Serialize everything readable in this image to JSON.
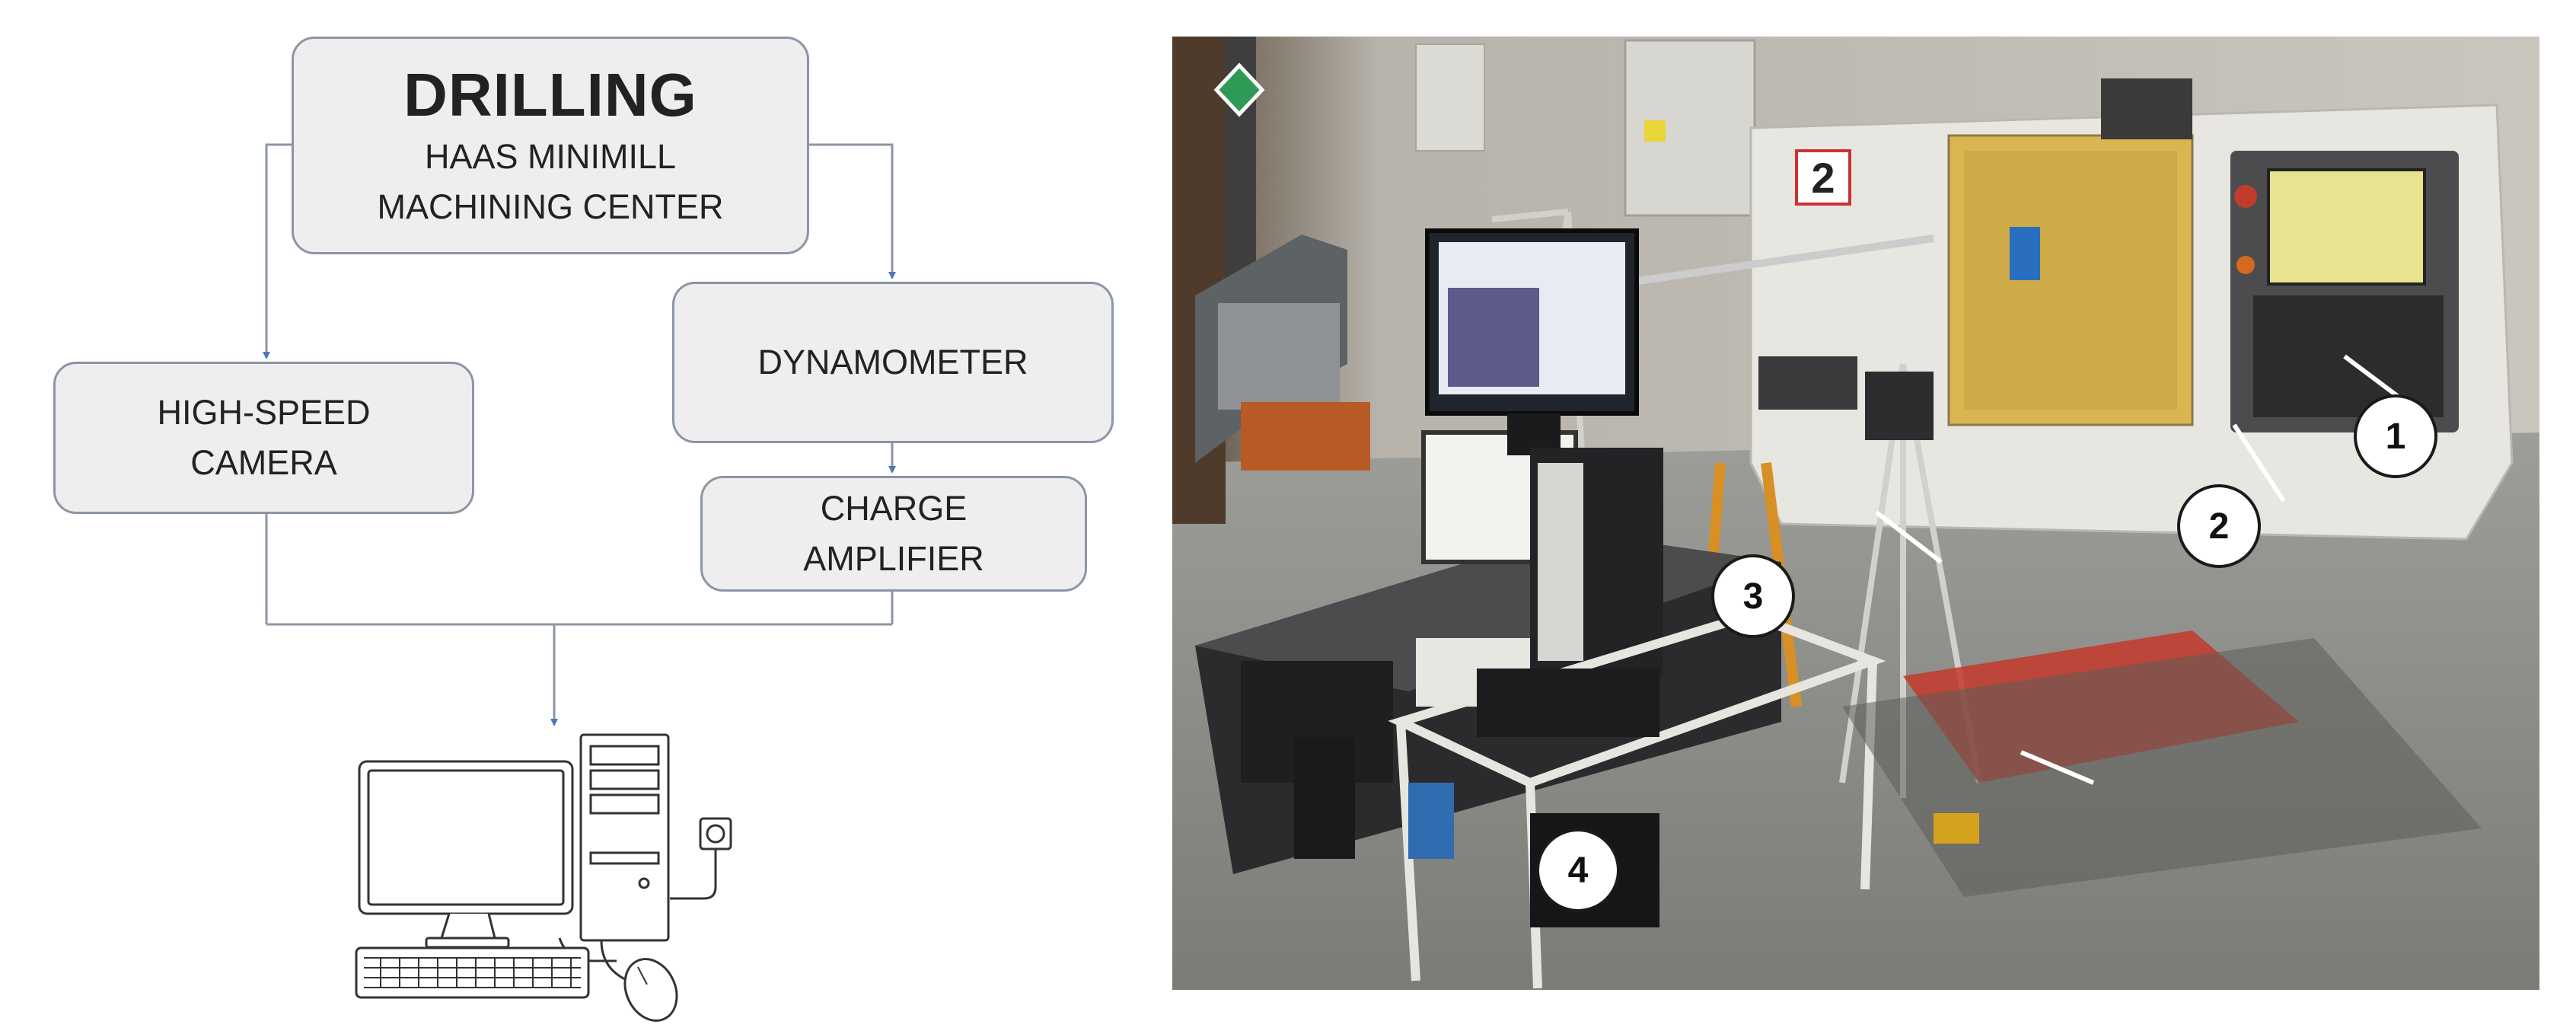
{
  "flowchart": {
    "drilling": {
      "title": "DRILLING",
      "line1": "HAAS MINIMILL",
      "line2": "MACHINING CENTER"
    },
    "camera": {
      "line1": "HIGH-SPEED",
      "line2": "CAMERA"
    },
    "dynamometer": {
      "label": "DYNAMOMETER"
    },
    "amplifier": {
      "line1": "CHARGE",
      "line2": "AMPLIFIER"
    },
    "computer_icon": "desktop-computer-icon"
  },
  "photo": {
    "callouts": [
      "1",
      "2",
      "3",
      "4"
    ],
    "machine_number": "2"
  },
  "colors": {
    "box_fill": "#eeeeee",
    "box_border": "#8b96a6",
    "arrow": "#4a79b5",
    "connector": "#8b96a6"
  }
}
